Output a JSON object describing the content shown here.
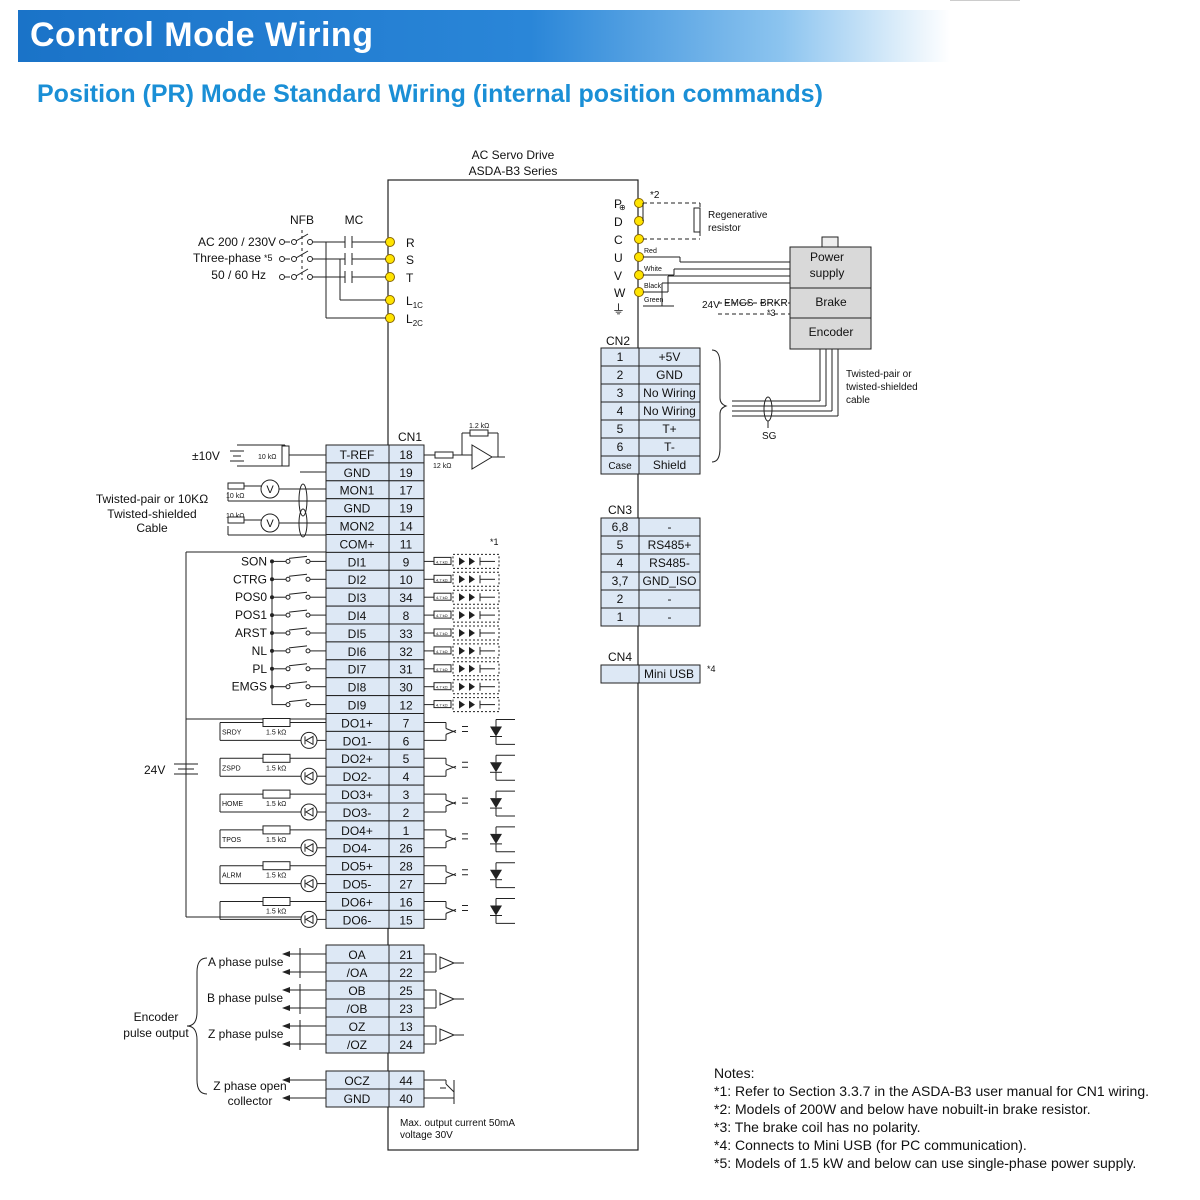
{
  "header": {
    "title": "Control Mode Wiring",
    "subtitle": "Position (PR) Mode Standard Wiring (internal position commands)"
  },
  "drive": {
    "line1": "AC Servo Drive",
    "line2": "ASDA-B3 Series"
  },
  "power": {
    "nfb": "NFB",
    "mc": "MC",
    "ac_line1": "AC 200 / 230V",
    "ac_line2": "Three-phase",
    "ac_note": "*5",
    "ac_line3": "50 / 60 Hz",
    "terminals": [
      "R",
      "S",
      "T",
      "L",
      "L"
    ],
    "terminal_subs": [
      "",
      "",
      "",
      "1C",
      "2C"
    ]
  },
  "motor_terminals": {
    "labels": [
      "P",
      "D",
      "C",
      "U",
      "V",
      "W"
    ],
    "p_sub": "⊕",
    "note": "*2",
    "regen_line1": "Regenerative",
    "regen_line2": "resistor",
    "wire_colors": [
      "Red",
      "White",
      "Black",
      "Green"
    ]
  },
  "motor": {
    "power_supply_line1": "Power",
    "power_supply_line2": "supply",
    "brake": "Brake",
    "encoder": "Encoder",
    "brake_v": "24V",
    "emgs": "EMGS",
    "brkr": "BRKR",
    "brake_note": "*3"
  },
  "cn2": {
    "name": "CN2",
    "rows": [
      {
        "pin": "1",
        "sig": "+5V",
        "red": false
      },
      {
        "pin": "2",
        "sig": "GND",
        "red": false
      },
      {
        "pin": "3",
        "sig": "No Wiring",
        "red": true
      },
      {
        "pin": "4",
        "sig": "No Wiring",
        "red": true
      },
      {
        "pin": "5",
        "sig": "T+",
        "red": false
      },
      {
        "pin": "6",
        "sig": "T-",
        "red": false
      },
      {
        "pin": "Case",
        "sig": "Shield",
        "red": false
      }
    ],
    "cable_line1": "Twisted-pair or",
    "cable_line2": "twisted-shielded",
    "cable_line3": "cable",
    "sg": "SG"
  },
  "cn3": {
    "name": "CN3",
    "rows": [
      {
        "pin": "6,8",
        "sig": "-"
      },
      {
        "pin": "5",
        "sig": "RS485+"
      },
      {
        "pin": "4",
        "sig": "RS485-"
      },
      {
        "pin": "3,7",
        "sig": "GND_ISO"
      },
      {
        "pin": "2",
        "sig": "-"
      },
      {
        "pin": "1",
        "sig": "-"
      }
    ]
  },
  "cn4": {
    "name": "CN4",
    "sig": "Mini USB",
    "note": "*4"
  },
  "cn1": {
    "name": "CN1",
    "rows": [
      {
        "sig": "T-REF",
        "pin": "18"
      },
      {
        "sig": "GND",
        "pin": "19"
      },
      {
        "sig": "MON1",
        "pin": "17"
      },
      {
        "sig": "GND",
        "pin": "19"
      },
      {
        "sig": "MON2",
        "pin": "14"
      },
      {
        "sig": "COM+",
        "pin": "11"
      },
      {
        "sig": "DI1",
        "pin": "9"
      },
      {
        "sig": "DI2",
        "pin": "10"
      },
      {
        "sig": "DI3",
        "pin": "34"
      },
      {
        "sig": "DI4",
        "pin": "8"
      },
      {
        "sig": "DI5",
        "pin": "33"
      },
      {
        "sig": "DI6",
        "pin": "32"
      },
      {
        "sig": "DI7",
        "pin": "31"
      },
      {
        "sig": "DI8",
        "pin": "30"
      },
      {
        "sig": "DI9",
        "pin": "12"
      },
      {
        "sig": "DO1+",
        "pin": "7"
      },
      {
        "sig": "DO1-",
        "pin": "6"
      },
      {
        "sig": "DO2+",
        "pin": "5"
      },
      {
        "sig": "DO2-",
        "pin": "4"
      },
      {
        "sig": "DO3+",
        "pin": "3"
      },
      {
        "sig": "DO3-",
        "pin": "2"
      },
      {
        "sig": "DO4+",
        "pin": "1"
      },
      {
        "sig": "DO4-",
        "pin": "26"
      },
      {
        "sig": "DO5+",
        "pin": "28"
      },
      {
        "sig": "DO5-",
        "pin": "27"
      },
      {
        "sig": "DO6+",
        "pin": "16"
      },
      {
        "sig": "DO6-",
        "pin": "15"
      }
    ],
    "enc_rows": [
      {
        "sig": "OA",
        "pin": "21"
      },
      {
        "sig": "/OA",
        "pin": "22"
      },
      {
        "sig": "OB",
        "pin": "25"
      },
      {
        "sig": "/OB",
        "pin": "23"
      },
      {
        "sig": "OZ",
        "pin": "13"
      },
      {
        "sig": "/OZ",
        "pin": "24"
      }
    ],
    "oc_rows": [
      {
        "sig": "OCZ",
        "pin": "44"
      },
      {
        "sig": "GND",
        "pin": "40"
      }
    ],
    "di_note": "*1"
  },
  "analog": {
    "v10": "±10V",
    "r10k": "10 kΩ",
    "r1_2k": "1.2 kΩ",
    "r12k": "12 kΩ",
    "twisted_line1": "Twisted-pair or 10KΩ",
    "twisted_line2": "Twisted-shielded",
    "twisted_line3": "Cable"
  },
  "di_labels": [
    "SON",
    "CTRG",
    "POS0",
    "POS1",
    "ARST",
    "NL",
    "PL",
    "EMGS"
  ],
  "di_res": "4.7 kΩ",
  "do_labels": [
    "SRDY",
    "ZSPD",
    "HOME",
    "TPOS",
    "ALRM"
  ],
  "do_res": "1.5 kΩ",
  "v24": "24V",
  "encoder_out": {
    "a": "A phase pulse",
    "b": "B phase pulse",
    "z": "Z phase pulse",
    "title_line1": "Encoder",
    "title_line2": "pulse output",
    "zoc_line1": "Z phase open",
    "zoc_line2": "collector",
    "max_line1": "Max. output current 50mA",
    "max_line2": "voltage 30V"
  },
  "notes": {
    "title": "Notes:",
    "items": [
      "*1: Refer to Section 3.3.7 in the ASDA-B3 user manual for CN1 wiring.",
      "*2: Models of 200W and below have nobuilt-in brake resistor.",
      "*3: The brake coil has no polarity.",
      "*4: Connects to Mini USB (for PC communication).",
      "*5: Models of 1.5 kW and below can use single-phase power supply."
    ]
  }
}
